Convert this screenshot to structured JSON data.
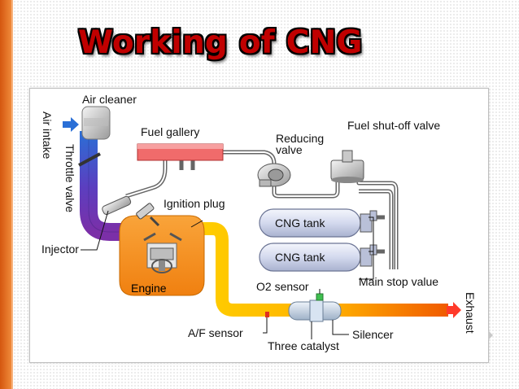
{
  "slide": {
    "title": "Working of CNG",
    "accent_color": "#c00000",
    "bar_color": "#e8701e",
    "next_icon": "chevron-right-icon"
  },
  "diagram": {
    "labels": {
      "air_intake": "Air intake",
      "air_cleaner": "Air cleaner",
      "throttle_valve": "Throttle valve",
      "fuel_gallery": "Fuel gallery",
      "reducing_valve": [
        "Reducing",
        "valve"
      ],
      "fuel_shutoff_valve": "Fuel shut-off valve",
      "ignition_plug": "Ignition plug",
      "injector": "Injector",
      "engine": "Engine",
      "cng_tank_1": "CNG tank",
      "cng_tank_2": "CNG tank",
      "main_stop_value": "Main stop value",
      "o2_sensor": "O2 sensor",
      "af_sensor": "A/F sensor",
      "silencer": "Silencer",
      "three_catalyst": "Three catalyst",
      "exhaust": "Exhaust"
    },
    "colors": {
      "intake_pipe_top": "#2a6fd6",
      "intake_pipe_bottom": "#7b2fa8",
      "exhaust_pipe": "#ffc000",
      "exhaust_pipe_end": "#f05a00",
      "engine_block": "#f7941d",
      "fuel_gallery": "#f06b6b",
      "cng_tank": "#dfe4f4",
      "gas_line": "#555555"
    }
  }
}
